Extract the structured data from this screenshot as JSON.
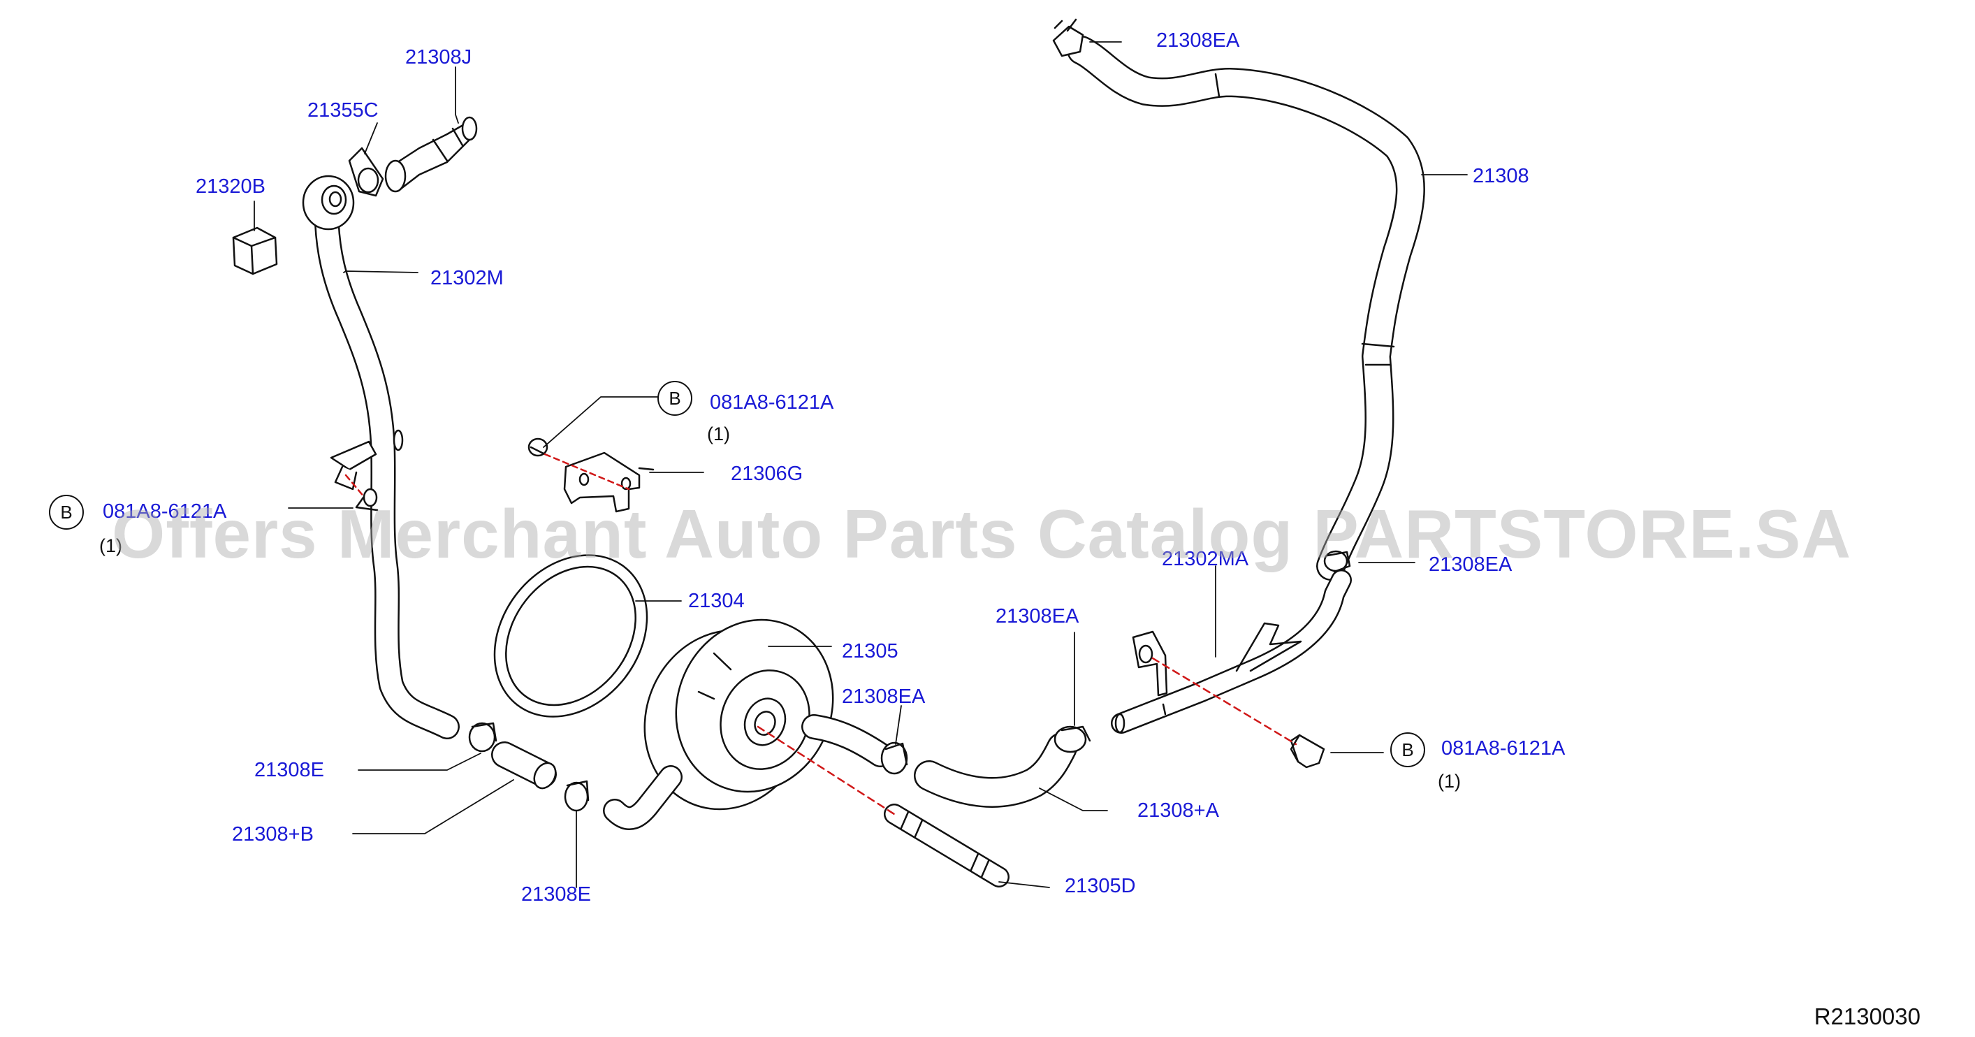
{
  "diagram": {
    "reference_code": "R2130030",
    "watermark": "Offers Merchant Auto Parts Catalog PARTSTORE.SA",
    "callouts": {
      "p21308J": "21308J",
      "p21355C": "21355C",
      "p21320B": "21320B",
      "p21302M": "21302M",
      "p21308EA_top": "21308EA",
      "p21308": "21308",
      "bolt_b1": "081A8-6121A",
      "bolt_b2": "081A8-6121A",
      "bolt_b3": "081A8-6121A",
      "p21306G": "21306G",
      "p21302MA": "21302MA",
      "p21308EA_right": "21308EA",
      "p21304": "21304",
      "p21305": "21305",
      "p21308EA_mid": "21308EA",
      "p21308EA_lower": "21308EA",
      "p21308E_left": "21308E",
      "p21308B": "21308+B",
      "p21308A": "21308+A",
      "p21305D": "21305D",
      "p21308E_bottom": "21308E"
    },
    "badges": {
      "b1": "B",
      "b2": "B",
      "b3": "B"
    },
    "quantities": {
      "q1": "(1)",
      "q2": "(1)",
      "q3": "(1)"
    }
  }
}
